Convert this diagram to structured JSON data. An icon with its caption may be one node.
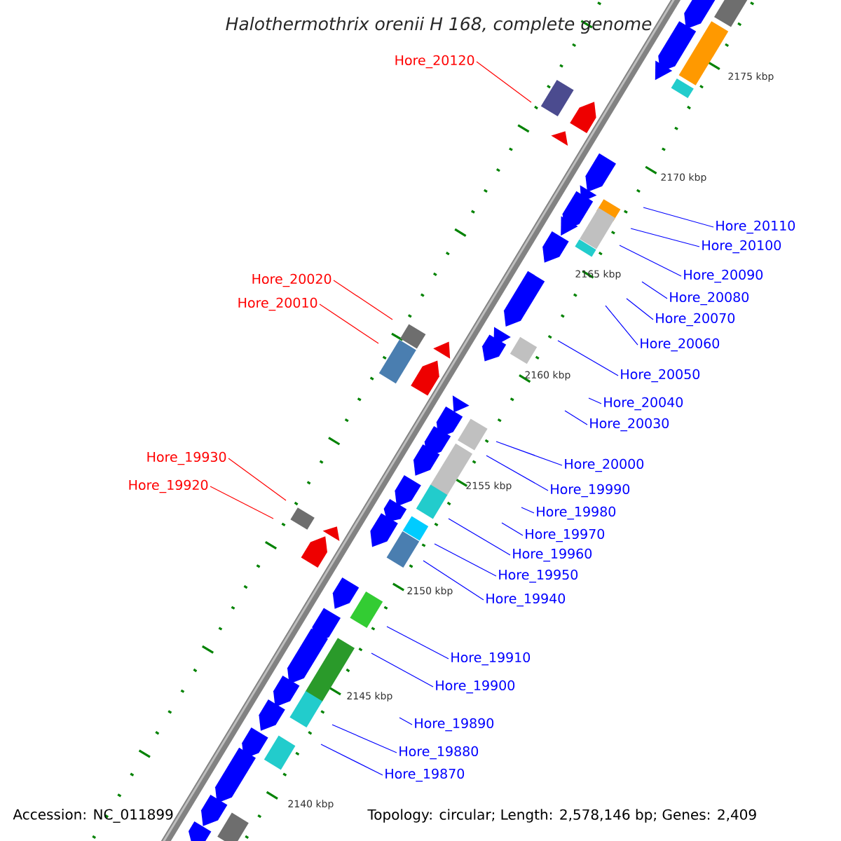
{
  "diagram": {
    "title": "Halothermothrix orenii H 168, complete genome",
    "nodes": [
      {
        "text": [
          "Hore_20120"
        ]
      },
      {
        "text": [
          "Hore_20110"
        ]
      },
      {
        "text": [
          "Hore_20100"
        ]
      },
      {
        "text": [
          "Hore_20090"
        ]
      },
      {
        "text": [
          "Hore_20020"
        ]
      },
      {
        "text": [
          "Hore_20080"
        ]
      },
      {
        "text": [
          "Hore_20010"
        ]
      },
      {
        "text": [
          "Hore_20070"
        ]
      },
      {
        "text": [
          "Hore_20060"
        ]
      },
      {
        "text": [
          "Hore_20050"
        ]
      },
      {
        "text": [
          "Hore_20040"
        ]
      },
      {
        "text": [
          "Hore_20030"
        ]
      },
      {
        "text": [
          "Hore_19930"
        ]
      },
      {
        "text": [
          "Hore_20000"
        ]
      },
      {
        "text": [
          "Hore_19920"
        ]
      },
      {
        "text": [
          "Hore_19990"
        ]
      },
      {
        "text": [
          "Hore_19980"
        ]
      },
      {
        "text": [
          "Hore_19970"
        ]
      },
      {
        "text": [
          "Hore_19960"
        ]
      },
      {
        "text": [
          "Hore_19950"
        ]
      },
      {
        "text": [
          "Hore_19940"
        ]
      },
      {
        "text": [
          "Hore_19910"
        ]
      },
      {
        "text": [
          "Hore_19900"
        ]
      },
      {
        "text": [
          "Hore_19890"
        ]
      },
      {
        "text": [
          "Hore_19880"
        ]
      },
      {
        "text": [
          "Hore_19870"
        ]
      }
    ],
    "edges": [
      {
        "from": 0,
        "to": null,
        "arrow": "none",
        "color": "#ff0000"
      },
      {
        "from": 1,
        "to": null,
        "arrow": "none"
      },
      {
        "from": 2,
        "to": null,
        "arrow": "none"
      },
      {
        "from": 3,
        "to": null,
        "arrow": "none"
      },
      {
        "from": 4,
        "to": null,
        "arrow": "none",
        "color": "#ff0000"
      },
      {
        "from": 5,
        "to": null,
        "arrow": "none"
      },
      {
        "from": 6,
        "to": null,
        "arrow": "none",
        "color": "#ff0000"
      },
      {
        "from": 7,
        "to": null,
        "arrow": "none"
      },
      {
        "from": 8,
        "to": null,
        "arrow": "none"
      },
      {
        "from": 9,
        "to": null,
        "arrow": "none"
      },
      {
        "from": 10,
        "to": null,
        "arrow": "none"
      },
      {
        "from": 11,
        "to": null,
        "arrow": "none"
      },
      {
        "from": 12,
        "to": null,
        "arrow": "none",
        "color": "#ff0000"
      },
      {
        "from": 13,
        "to": null,
        "arrow": "none"
      },
      {
        "from": 14,
        "to": null,
        "arrow": "none",
        "color": "#ff0000"
      },
      {
        "from": 15,
        "to": null,
        "arrow": "none"
      },
      {
        "from": 16,
        "to": null,
        "arrow": "none"
      },
      {
        "from": 17,
        "to": null,
        "arrow": "none"
      },
      {
        "from": 18,
        "to": null,
        "arrow": "none"
      },
      {
        "from": 19,
        "to": null,
        "arrow": "none"
      },
      {
        "from": 20,
        "to": null,
        "arrow": "none"
      },
      {
        "from": 21,
        "to": null,
        "arrow": "none"
      },
      {
        "from": 22,
        "to": null,
        "arrow": "none"
      },
      {
        "from": 23,
        "to": null,
        "arrow": "none"
      },
      {
        "from": 24,
        "to": null,
        "arrow": "none"
      },
      {
        "from": 25,
        "to": null,
        "arrow": "none"
      }
    ],
    "labels": [
      "2175 kbp",
      "2170 kbp",
      "2165 kbp",
      "2160 kbp",
      "2155 kbp",
      "2150 kbp",
      "2145 kbp",
      "2140 kbp",
      "Accession: NC_011899",
      "Topology: circular; Length: 2,578,146 bp; Genes: 2,409"
    ]
  }
}
